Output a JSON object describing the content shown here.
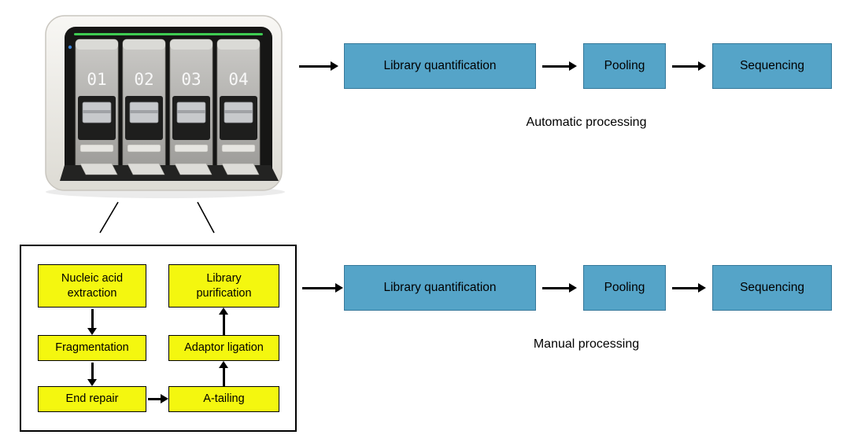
{
  "colors": {
    "flow_box_blue": "#55a4c8",
    "flow_box_border": "#35789a",
    "step_box_yellow": "#f4f70f",
    "arrow_black": "#000000",
    "led_green": "#3ecb52"
  },
  "instrument": {
    "module_labels": [
      "01",
      "02",
      "03",
      "04"
    ]
  },
  "automatic_flow": {
    "caption": "Automatic processing",
    "steps": [
      {
        "label": "Library quantification"
      },
      {
        "label": "Pooling"
      },
      {
        "label": "Sequencing"
      }
    ]
  },
  "manual_flow": {
    "caption": "Manual processing",
    "steps": [
      {
        "label": "Library quantification"
      },
      {
        "label": "Pooling"
      },
      {
        "label": "Sequencing"
      }
    ]
  },
  "manual_steps": {
    "nucleic_acid_extraction": "Nucleic acid extraction",
    "library_purification": "Library purification",
    "fragmentation": "Fragmentation",
    "adaptor_ligation": "Adaptor ligation",
    "end_repair": "End repair",
    "a_tailing": "A-tailing"
  }
}
